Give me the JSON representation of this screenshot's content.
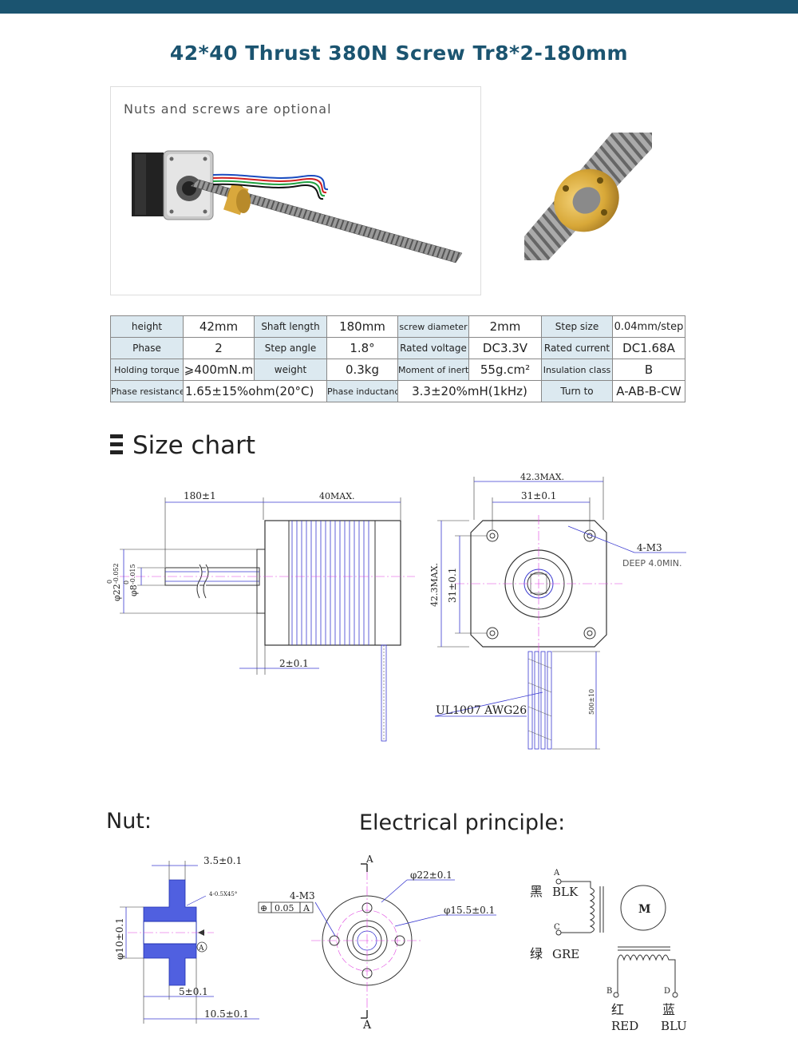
{
  "title": "42*40 Thrust 380N Screw Tr8*2-180mm",
  "photo_note": "Nuts and screws are optional",
  "spec_rows": [
    [
      {
        "k": "height"
      },
      {
        "v": "42mm"
      },
      {
        "k": "Shaft length"
      },
      {
        "v": "180mm"
      },
      {
        "k": "screw diameter"
      },
      {
        "v": "2mm"
      },
      {
        "k": "Step size"
      },
      {
        "v": "0.04mm/step"
      }
    ],
    [
      {
        "k": "Phase"
      },
      {
        "v": "2"
      },
      {
        "k": "Step angle"
      },
      {
        "v": "1.8°"
      },
      {
        "k": "Rated voltage"
      },
      {
        "v": "DC3.3V"
      },
      {
        "k": "Rated current"
      },
      {
        "v": "DC1.68A"
      }
    ],
    [
      {
        "k": "Holding torque"
      },
      {
        "v": "⩾400mN.m"
      },
      {
        "k": "weight"
      },
      {
        "v": "0.3kg"
      },
      {
        "k": "Moment of inertia"
      },
      {
        "v": "55g.cm²"
      },
      {
        "k": "Insulation class"
      },
      {
        "v": "B"
      }
    ],
    [
      {
        "k": "Phase resistance"
      },
      {
        "v": "1.65±15%ohm(20°C)"
      },
      {
        "k": "Phase inductance"
      },
      {
        "v": "3.3±20%mH(1kHz)"
      },
      {
        "k": "Turn to"
      },
      {
        "v": "A-AB-B-CW"
      }
    ]
  ],
  "size_chart_heading": "Size chart",
  "size_dims": {
    "shaft_len": "180±1",
    "body_len": "40MAX.",
    "dia_outer": "φ22",
    "dia_outer_tol_top": "0",
    "dia_outer_tol_bot": "-0.052",
    "dia_shaft": "φ8",
    "dia_shaft_tol_top": "0",
    "dia_shaft_tol_bot": "-0.015",
    "boss": "2±0.1",
    "width_max": "42.3MAX.",
    "hole_pitch": "31±0.1",
    "height_max": "42.3MAX.",
    "hole_pitch_v": "31±0.1",
    "thread": "4-M3",
    "thread_depth": "DEEP 4.0MIN.",
    "wire": "UL1007 AWG26",
    "wire_len": "500±10"
  },
  "nut_heading": "Nut:",
  "nut_dims": {
    "flange_th": "3.5±0.1",
    "chamfer": "4-0.5X45°",
    "dia": "φ10±0.1",
    "datum": "A",
    "step": "5±0.1",
    "total": "10.5±0.1"
  },
  "elec_heading": "Electrical principle:",
  "flange_dims": {
    "section_a": "A",
    "bolt_circle": "φ22±0.1",
    "holes": "4-M3",
    "tol_sym": "⊕",
    "tol_val": "0.05",
    "tol_ref": "A",
    "pitch_circle": "φ15.5±0.1"
  },
  "wiring": {
    "blk_cn": "黑",
    "blk": "BLK",
    "gre_cn": "绿",
    "gre": "GRE",
    "red_cn": "红",
    "red": "RED",
    "blu_cn": "蓝",
    "blu": "BLU",
    "pin_a": "A",
    "pin_c": "C",
    "pin_b": "B",
    "pin_d": "D",
    "motor": "M"
  }
}
